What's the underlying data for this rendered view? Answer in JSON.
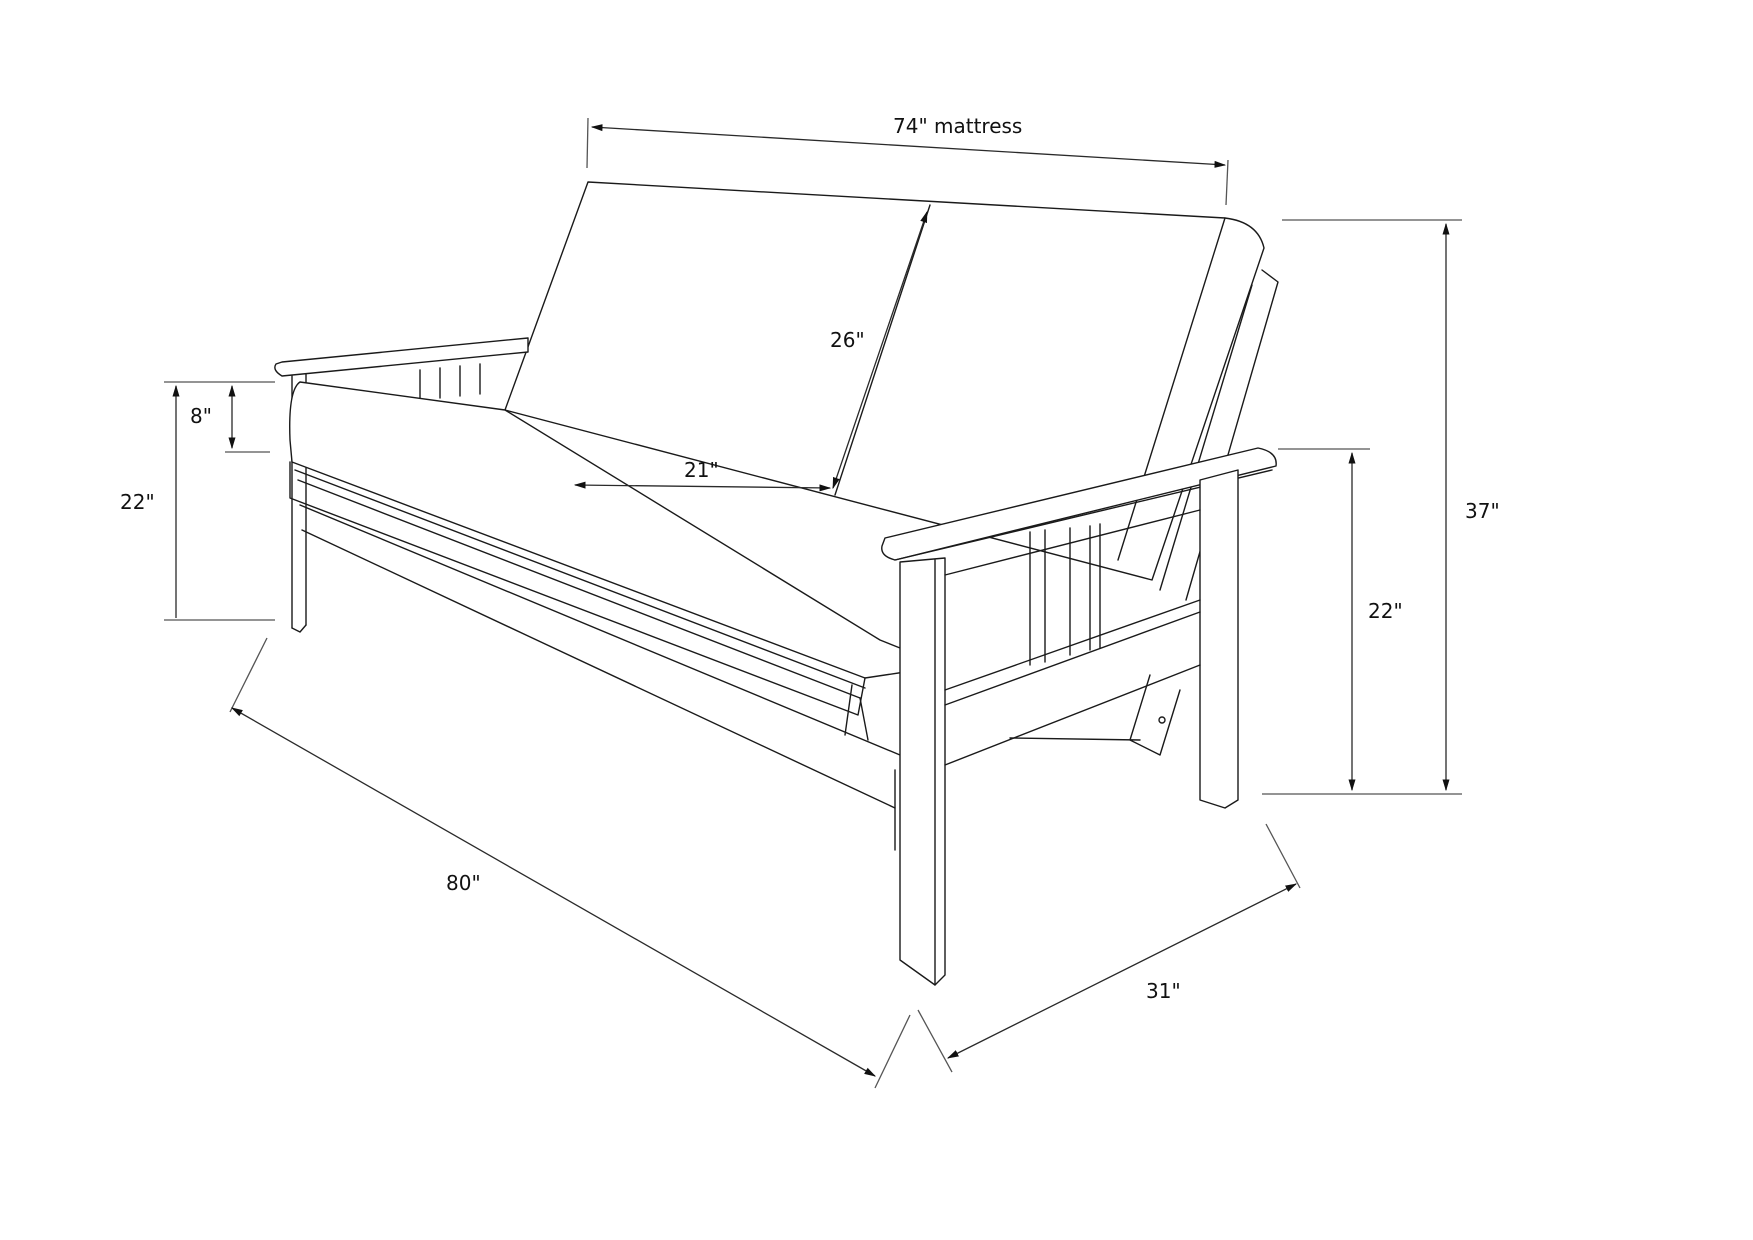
{
  "diagram": {
    "subject": "Futon frame with mattress - dimension drawing",
    "line_color": "#1a1a1a",
    "background": "#ffffff",
    "dimensions": {
      "mattress_width": "74\" mattress",
      "back_height": "26\"",
      "seat_depth": "21\"",
      "mattress_thickness": "8\"",
      "left_seat_height": "22\"",
      "arm_height": "22\"",
      "overall_height": "37\"",
      "overall_width": "80\"",
      "overall_depth": "31\""
    }
  }
}
